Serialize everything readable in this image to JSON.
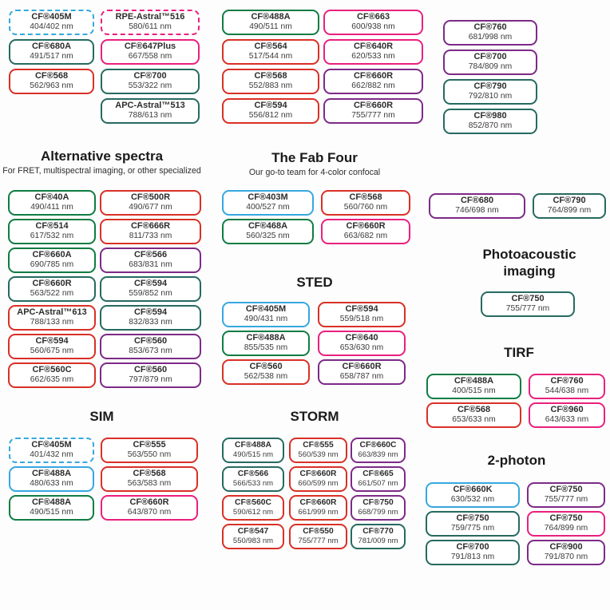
{
  "palette": {
    "blue": "#36A7E0",
    "green": "#107C42",
    "teal": "#266A60",
    "red": "#D93026",
    "pink": "#E9207E",
    "purple": "#7D2A88"
  },
  "sections": {
    "top_col1": {
      "pills": [
        {
          "n": "CF®405M",
          "r": "404/402 nm",
          "c": "blue",
          "d": true
        },
        {
          "n": "CF®680A",
          "r": "491/517 nm",
          "c": "teal"
        },
        {
          "n": "CF®568",
          "r": "562/963 nm",
          "c": "red"
        }
      ]
    },
    "top_col2": {
      "pills": [
        {
          "n": "RPE-Astral™516",
          "r": "580/611 nm",
          "c": "pink",
          "d": true
        },
        {
          "n": "CF®647Plus",
          "r": "667/558 nm",
          "c": "pink"
        },
        {
          "n": "CF®700",
          "r": "553/322 nm",
          "c": "teal"
        },
        {
          "n": "APC-Astral™513",
          "r": "788/613 nm",
          "c": "teal"
        }
      ]
    },
    "top_col3": {
      "pills": [
        {
          "n": "CF®488A",
          "r": "490/511 nm",
          "c": "green"
        },
        {
          "n": "CF®564",
          "r": "517/544 nm",
          "c": "red"
        },
        {
          "n": "CF®568",
          "r": "552/883 nm",
          "c": "red"
        },
        {
          "n": "CF®594",
          "r": "556/812 nm",
          "c": "red"
        }
      ]
    },
    "top_col4": {
      "pills": [
        {
          "n": "CF®663",
          "r": "600/938 nm",
          "c": "pink"
        },
        {
          "n": "CF®640R",
          "r": "620/533 nm",
          "c": "pink"
        },
        {
          "n": "CF®660R",
          "r": "662/882 nm",
          "c": "purple"
        },
        {
          "n": "CF®660R",
          "r": "755/777 nm",
          "c": "purple"
        }
      ]
    },
    "top_col5": {
      "pills": [
        {
          "n": "CF®760",
          "r": "681/998 nm",
          "c": "purple"
        },
        {
          "n": "CF®700",
          "r": "784/809 nm",
          "c": "purple"
        },
        {
          "n": "CF®790",
          "r": "792/810 nm",
          "c": "teal"
        },
        {
          "n": "CF®980",
          "r": "852/870 nm",
          "c": "teal"
        }
      ]
    },
    "alt": {
      "title": "Alternative spectra",
      "subtitle": "For FRET, multispectral imaging, or other specialized",
      "left": [
        {
          "n": "CF®40A",
          "r": "490/411 nm",
          "c": "green"
        },
        {
          "n": "CF®514",
          "r": "617/532 nm",
          "c": "green"
        },
        {
          "n": "CF®660A",
          "r": "690/785 nm",
          "c": "green"
        },
        {
          "n": "CF®660R",
          "r": "563/522 nm",
          "c": "teal"
        },
        {
          "n": "APC-Astral™613",
          "r": "788/133 nm",
          "c": "red"
        },
        {
          "n": "CF®594",
          "r": "560/675 nm",
          "c": "red"
        },
        {
          "n": "CF®560C",
          "r": "662/635 nm",
          "c": "red"
        }
      ],
      "right": [
        {
          "n": "CF®500R",
          "r": "490/677 nm",
          "c": "red"
        },
        {
          "n": "CF®666R",
          "r": "811/733 nm",
          "c": "red"
        },
        {
          "n": "CF®566",
          "r": "683/831 nm",
          "c": "purple"
        },
        {
          "n": "CF®594",
          "r": "559/852 nm",
          "c": "teal"
        },
        {
          "n": "CF®594",
          "r": "832/833 nm",
          "c": "teal"
        },
        {
          "n": "CF®560",
          "r": "853/673 nm",
          "c": "purple"
        },
        {
          "n": "CF®560",
          "r": "797/879 nm",
          "c": "purple"
        }
      ]
    },
    "fab": {
      "title": "The Fab Four",
      "subtitle": "Our go-to team for 4-color confocal",
      "left": [
        {
          "n": "CF®403M",
          "r": "400/527 nm",
          "c": "blue"
        },
        {
          "n": "CF®468A",
          "r": "560/325 nm",
          "c": "green"
        }
      ],
      "right": [
        {
          "n": "CF®568",
          "r": "560/760 nm",
          "c": "red"
        },
        {
          "n": "CF®660R",
          "r": "663/682 nm",
          "c": "pink"
        }
      ]
    },
    "nir": {
      "left": [
        {
          "n": "CF®680",
          "r": "746/698 nm",
          "c": "purple"
        }
      ],
      "right": [
        {
          "n": "CF®790",
          "r": "764/899 nm",
          "c": "teal"
        }
      ]
    },
    "photoacoustic": {
      "title": "Photoacoustic imaging",
      "pills": [
        {
          "n": "CF®750",
          "r": "755/777 nm",
          "c": "teal"
        }
      ]
    },
    "sted": {
      "title": "STED",
      "left": [
        {
          "n": "CF®405M",
          "r": "490/431 nm",
          "c": "blue"
        },
        {
          "n": "CF®488A",
          "r": "855/535 nm",
          "c": "green"
        },
        {
          "n": "CF®560",
          "r": "562/538 nm",
          "c": "red"
        }
      ],
      "right": [
        {
          "n": "CF®594",
          "r": "559/518 nm",
          "c": "red"
        },
        {
          "n": "CF®640",
          "r": "653/630 nm",
          "c": "pink"
        },
        {
          "n": "CF®660R",
          "r": "658/787 nm",
          "c": "purple"
        }
      ]
    },
    "tirf": {
      "title": "TIRF",
      "left": [
        {
          "n": "CF®488A",
          "r": "400/515 nm",
          "c": "green"
        },
        {
          "n": "CF®568",
          "r": "653/633 nm",
          "c": "red"
        }
      ],
      "right": [
        {
          "n": "CF®760",
          "r": "544/638 nm",
          "c": "pink"
        },
        {
          "n": "CF®960",
          "r": "643/633 nm",
          "c": "pink"
        }
      ]
    },
    "sim": {
      "title": "SIM",
      "left": [
        {
          "n": "CF®405M",
          "r": "401/432 nm",
          "c": "blue",
          "d": true
        },
        {
          "n": "CF®488A",
          "r": "480/633 nm",
          "c": "blue"
        },
        {
          "n": "CF®488A",
          "r": "490/515 nm",
          "c": "green"
        }
      ],
      "right": [
        {
          "n": "CF®555",
          "r": "563/550 nm",
          "c": "red"
        },
        {
          "n": "CF®568",
          "r": "563/583 nm",
          "c": "red"
        },
        {
          "n": "CF®660R",
          "r": "643/870 nm",
          "c": "pink"
        }
      ]
    },
    "storm": {
      "title": "STORM",
      "col1": [
        {
          "n": "CF®488A",
          "r": "490/515 nm",
          "c": "teal"
        },
        {
          "n": "CF®566",
          "r": "566/533 nm",
          "c": "teal"
        },
        {
          "n": "CF®560C",
          "r": "590/612 nm",
          "c": "red"
        },
        {
          "n": "CF®547",
          "r": "550/983 nm",
          "c": "red"
        }
      ],
      "col2": [
        {
          "n": "CF®555",
          "r": "560/539 nm",
          "c": "red"
        },
        {
          "n": "CF®660R",
          "r": "660/599 nm",
          "c": "red"
        },
        {
          "n": "CF®660R",
          "r": "661/999 nm",
          "c": "red"
        },
        {
          "n": "CF®550",
          "r": "755/777 nm",
          "c": "red"
        }
      ],
      "col3": [
        {
          "n": "CF®660C",
          "r": "663/839 nm",
          "c": "purple"
        },
        {
          "n": "CF®665",
          "r": "661/507 nm",
          "c": "purple"
        },
        {
          "n": "CF®750",
          "r": "668/799 nm",
          "c": "purple"
        },
        {
          "n": "CF®770",
          "r": "781/009 nm",
          "c": "teal"
        }
      ]
    },
    "twophoton": {
      "title": "2-photon",
      "left": [
        {
          "n": "CF®660K",
          "r": "630/532 nm",
          "c": "blue"
        },
        {
          "n": "CF®750",
          "r": "759/775 nm",
          "c": "teal"
        },
        {
          "n": "CF®700",
          "r": "791/813 nm",
          "c": "teal"
        }
      ],
      "right": [
        {
          "n": "CF®750",
          "r": "755/777 nm",
          "c": "purple"
        },
        {
          "n": "CF®750",
          "r": "764/899 nm",
          "c": "pink"
        },
        {
          "n": "CF®900",
          "r": "791/870 nm",
          "c": "purple"
        }
      ]
    }
  }
}
